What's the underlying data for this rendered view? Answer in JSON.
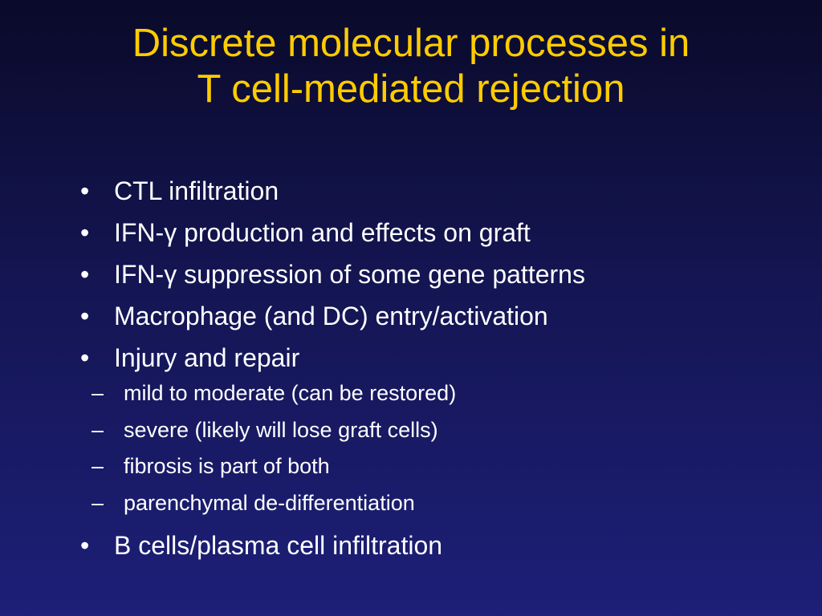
{
  "slide": {
    "title_line1": "Discrete molecular processes in",
    "title_line2": "T cell-mediated rejection",
    "bullet_marker": "•",
    "sub_marker": "–",
    "bullets": [
      "CTL infiltration",
      "IFN-γ production and effects on graft",
      "IFN-γ suppression of some gene patterns",
      "Macrophage (and DC) entry/activation",
      "Injury and repair",
      "B cells/plasma cell infiltration"
    ],
    "sub_bullets": [
      "mild to moderate (can be restored)",
      "severe (likely will lose graft cells)",
      "fibrosis is part of both",
      "parenchymal de-differentiation"
    ],
    "colors": {
      "title": "#ffcc00",
      "text": "#ffffff",
      "background_top": "#0a0a2a",
      "background_bottom": "#1d1f78"
    }
  }
}
